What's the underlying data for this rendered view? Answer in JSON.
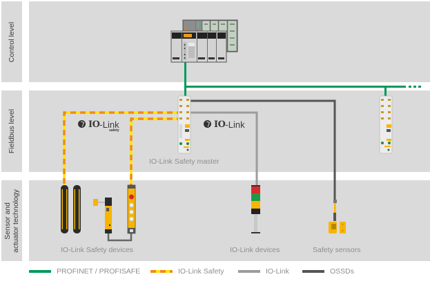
{
  "levels": [
    {
      "id": "control",
      "label": "Control level"
    },
    {
      "id": "fieldbus",
      "label": "Fieldbus level"
    },
    {
      "id": "sensor",
      "label": "Sensor and\nactuator technology",
      "label_line1": "Sensor and",
      "label_line2": "actuator technology"
    }
  ],
  "logos": {
    "safety": {
      "io": "IO",
      "link": "-Link",
      "sub": "safety"
    },
    "standard": {
      "io": "IO",
      "link": "-Link"
    }
  },
  "captions": {
    "master": "IO-Link Safety master",
    "safety_devices": "IO-Link Safety devices",
    "io_link_devices": "IO-Link devices",
    "safety_sensors": "Safety sensors"
  },
  "legend": [
    {
      "id": "profinet",
      "label": "PROFINET / PROFISAFE",
      "color": "#009a5a",
      "style": "solid"
    },
    {
      "id": "iolink-safety",
      "label": "IO-Link Safety",
      "color": "#f18a1c",
      "color2": "#ffe600",
      "style": "dashed"
    },
    {
      "id": "iolink",
      "label": "IO-Link",
      "color": "#9c9c9c",
      "style": "solid"
    },
    {
      "id": "ossd",
      "label": "OSSDs",
      "color": "#555555",
      "style": "solid"
    }
  ],
  "colors": {
    "band": "#dadada",
    "profinet": "#009a5a",
    "safety_orange": "#f18a1c",
    "safety_yellow": "#ffe600",
    "iolink": "#9c9c9c",
    "ossd": "#555555",
    "device_yellow": "#f7b500"
  },
  "devices": {
    "controller": "plc-rack",
    "masters": [
      "io-link-safety-master-1",
      "io-link-safety-master-2"
    ],
    "safety_devices": [
      "light-curtain",
      "safety-door-switch",
      "control-pendant"
    ],
    "io_link_devices": [
      "signal-tower"
    ],
    "safety_sensors": [
      "rfid-safety-sensor"
    ]
  }
}
